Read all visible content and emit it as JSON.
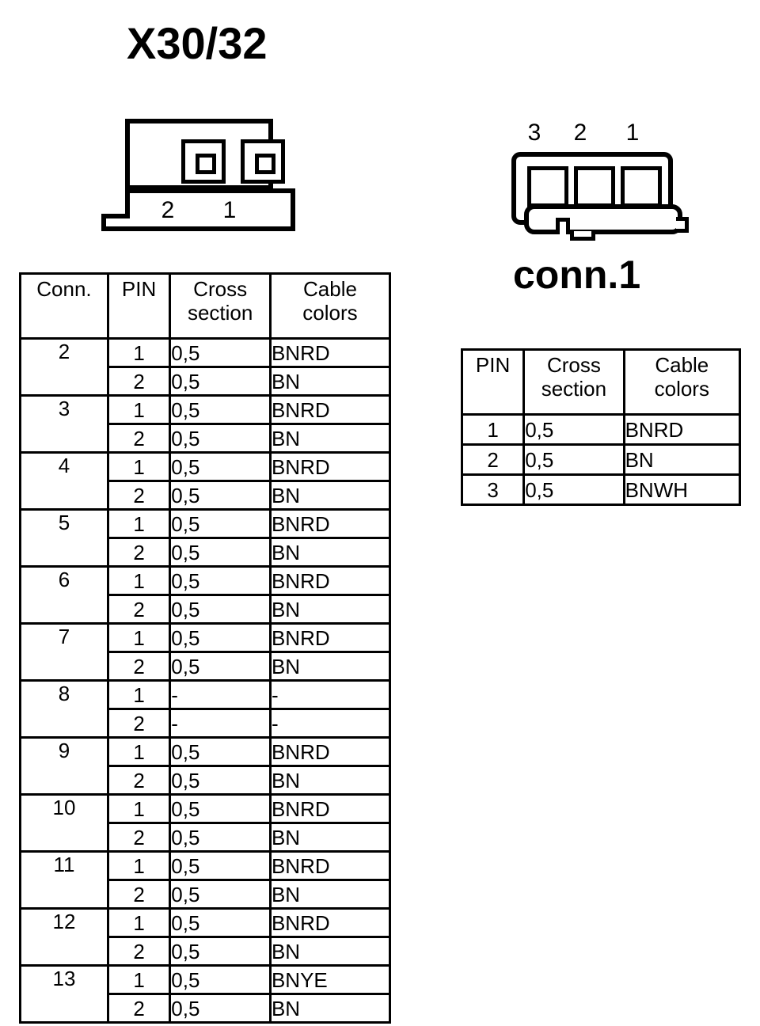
{
  "page_title": "X30/32",
  "connector_left": {
    "name": "connector-2pin",
    "pin_labels": [
      "2",
      "1"
    ]
  },
  "connector_right": {
    "name": "conn.1",
    "label": "conn.1",
    "pin_numbers": [
      "3",
      "2",
      "1"
    ]
  },
  "table_main": {
    "headers": {
      "conn": "Conn.",
      "pin": "PIN",
      "cross_section_line1": "Cross",
      "cross_section_line2": "section",
      "cable_colors_line1": "Cable",
      "cable_colors_line2": "colors"
    },
    "groups": [
      {
        "conn": "2",
        "rows": [
          {
            "pin": "1",
            "cross": "0,5",
            "color": "BNRD"
          },
          {
            "pin": "2",
            "cross": "0,5",
            "color": "BN"
          }
        ]
      },
      {
        "conn": "3",
        "rows": [
          {
            "pin": "1",
            "cross": "0,5",
            "color": "BNRD"
          },
          {
            "pin": "2",
            "cross": "0,5",
            "color": "BN"
          }
        ]
      },
      {
        "conn": "4",
        "rows": [
          {
            "pin": "1",
            "cross": "0,5",
            "color": "BNRD"
          },
          {
            "pin": "2",
            "cross": "0,5",
            "color": "BN"
          }
        ]
      },
      {
        "conn": "5",
        "rows": [
          {
            "pin": "1",
            "cross": "0,5",
            "color": "BNRD"
          },
          {
            "pin": "2",
            "cross": "0,5",
            "color": "BN"
          }
        ]
      },
      {
        "conn": "6",
        "rows": [
          {
            "pin": "1",
            "cross": "0,5",
            "color": "BNRD"
          },
          {
            "pin": "2",
            "cross": "0,5",
            "color": "BN"
          }
        ]
      },
      {
        "conn": "7",
        "rows": [
          {
            "pin": "1",
            "cross": "0,5",
            "color": "BNRD"
          },
          {
            "pin": "2",
            "cross": "0,5",
            "color": "BN"
          }
        ]
      },
      {
        "conn": "8",
        "rows": [
          {
            "pin": "1",
            "cross": "-",
            "color": "-"
          },
          {
            "pin": "2",
            "cross": "-",
            "color": "-"
          }
        ]
      },
      {
        "conn": "9",
        "rows": [
          {
            "pin": "1",
            "cross": "0,5",
            "color": "BNRD"
          },
          {
            "pin": "2",
            "cross": "0,5",
            "color": "BN"
          }
        ]
      },
      {
        "conn": "10",
        "rows": [
          {
            "pin": "1",
            "cross": "0,5",
            "color": "BNRD"
          },
          {
            "pin": "2",
            "cross": "0,5",
            "color": "BN"
          }
        ]
      },
      {
        "conn": "11",
        "rows": [
          {
            "pin": "1",
            "cross": "0,5",
            "color": "BNRD"
          },
          {
            "pin": "2",
            "cross": "0,5",
            "color": "BN"
          }
        ]
      },
      {
        "conn": "12",
        "rows": [
          {
            "pin": "1",
            "cross": "0,5",
            "color": "BNRD"
          },
          {
            "pin": "2",
            "cross": "0,5",
            "color": "BN"
          }
        ]
      },
      {
        "conn": "13",
        "rows": [
          {
            "pin": "1",
            "cross": "0,5",
            "color": "BNYE"
          },
          {
            "pin": "2",
            "cross": "0,5",
            "color": "BN"
          }
        ]
      }
    ]
  },
  "table_conn1": {
    "headers": {
      "pin": "PIN",
      "cross_section_line1": "Cross",
      "cross_section_line2": "section",
      "cable_colors_line1": "Cable",
      "cable_colors_line2": "colors"
    },
    "rows": [
      {
        "pin": "1",
        "cross": "0,5",
        "color": "BNRD"
      },
      {
        "pin": "2",
        "cross": "0,5",
        "color": "BN"
      },
      {
        "pin": "3",
        "cross": "0,5",
        "color": "BNWH"
      }
    ]
  }
}
